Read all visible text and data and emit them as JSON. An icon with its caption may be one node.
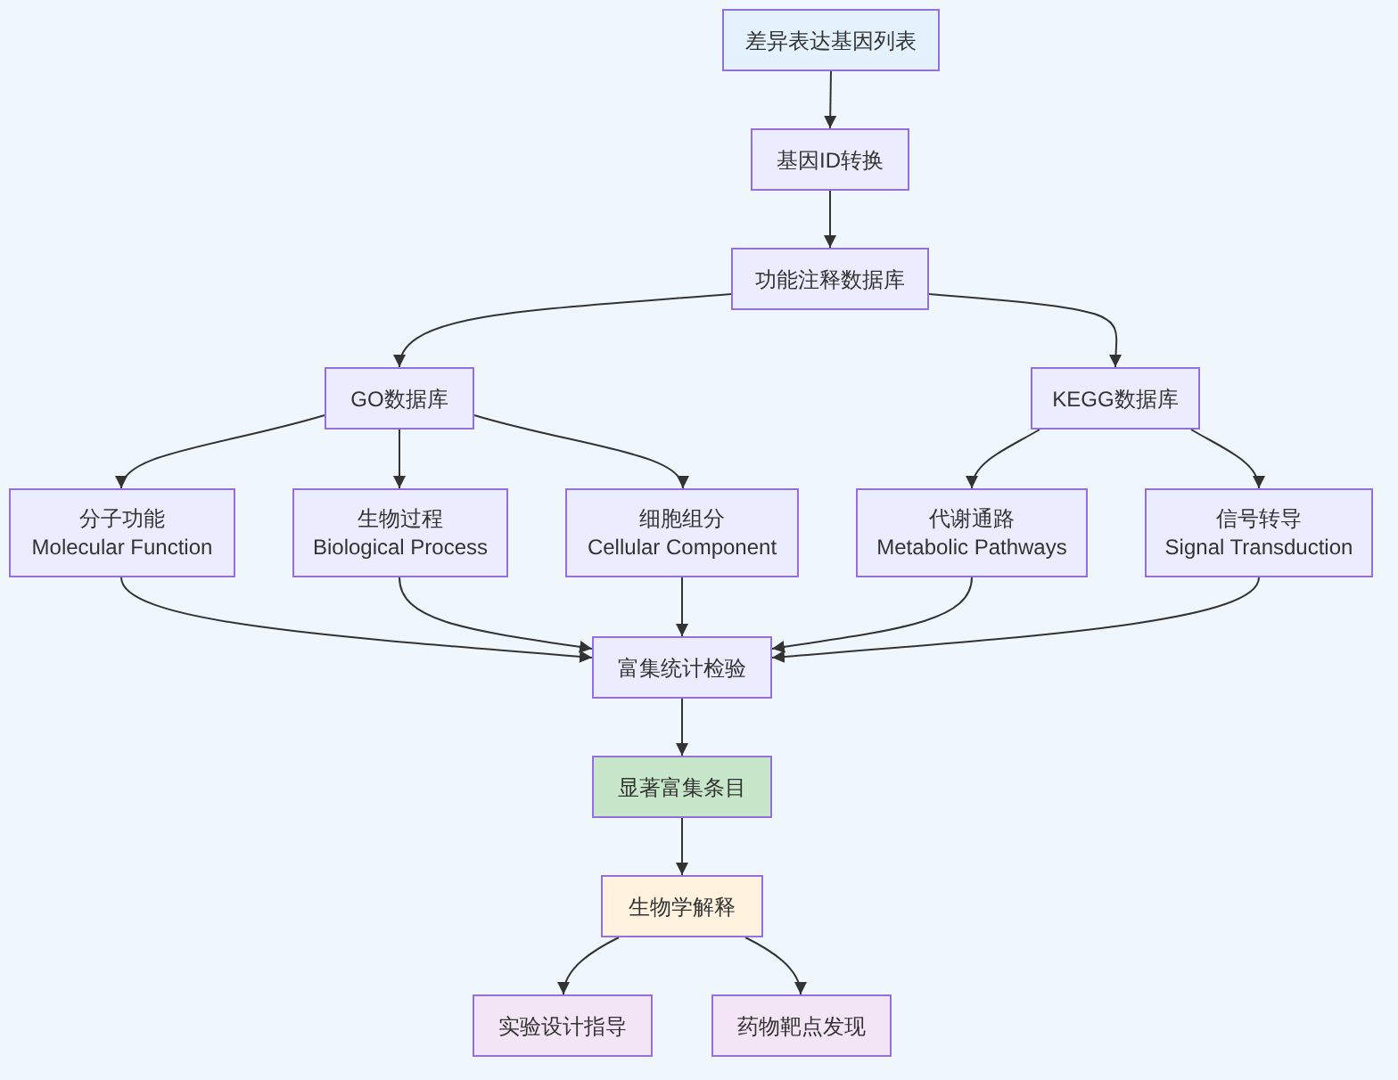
{
  "diagram": {
    "nodes": [
      {
        "text": [
          "差异表达基因列表"
        ]
      },
      {
        "text": [
          "基因ID转换"
        ]
      },
      {
        "text": [
          "功能注释数据库"
        ]
      },
      {
        "text": [
          "GO数据库"
        ]
      },
      {
        "text": [
          "KEGG数据库"
        ]
      },
      {
        "text": [
          "分子功能",
          "Molecular Function"
        ]
      },
      {
        "text": [
          "生物过程",
          "Biological Process"
        ]
      },
      {
        "text": [
          "细胞组分",
          "Cellular Component"
        ]
      },
      {
        "text": [
          "代谢通路",
          "Metabolic Pathways"
        ]
      },
      {
        "text": [
          "信号转导",
          "Signal Transduction"
        ]
      },
      {
        "text": [
          "富集统计检验"
        ]
      },
      {
        "text": [
          "显著富集条目"
        ]
      },
      {
        "text": [
          "生物学解释"
        ]
      },
      {
        "text": [
          "实验设计指导"
        ]
      },
      {
        "text": [
          "药物靶点发现"
        ]
      }
    ],
    "edges": [
      {
        "from": 0,
        "to": 1,
        "arrow": "to"
      },
      {
        "from": 1,
        "to": 2,
        "arrow": "to"
      },
      {
        "from": 2,
        "to": 3,
        "arrow": "to"
      },
      {
        "from": 2,
        "to": 4,
        "arrow": "to"
      },
      {
        "from": 3,
        "to": 5,
        "arrow": "to"
      },
      {
        "from": 3,
        "to": 6,
        "arrow": "to"
      },
      {
        "from": 3,
        "to": 7,
        "arrow": "to"
      },
      {
        "from": 4,
        "to": 8,
        "arrow": "to"
      },
      {
        "from": 4,
        "to": 9,
        "arrow": "to"
      },
      {
        "from": 5,
        "to": 10,
        "arrow": "to"
      },
      {
        "from": 6,
        "to": 10,
        "arrow": "to"
      },
      {
        "from": 7,
        "to": 10,
        "arrow": "to"
      },
      {
        "from": 8,
        "to": 10,
        "arrow": "to"
      },
      {
        "from": 9,
        "to": 10,
        "arrow": "to"
      },
      {
        "from": 10,
        "to": 11,
        "arrow": "to"
      },
      {
        "from": 11,
        "to": 12,
        "arrow": "to"
      },
      {
        "from": 12,
        "to": 13,
        "arrow": "to"
      },
      {
        "from": 12,
        "to": 14,
        "arrow": "to"
      }
    ]
  }
}
